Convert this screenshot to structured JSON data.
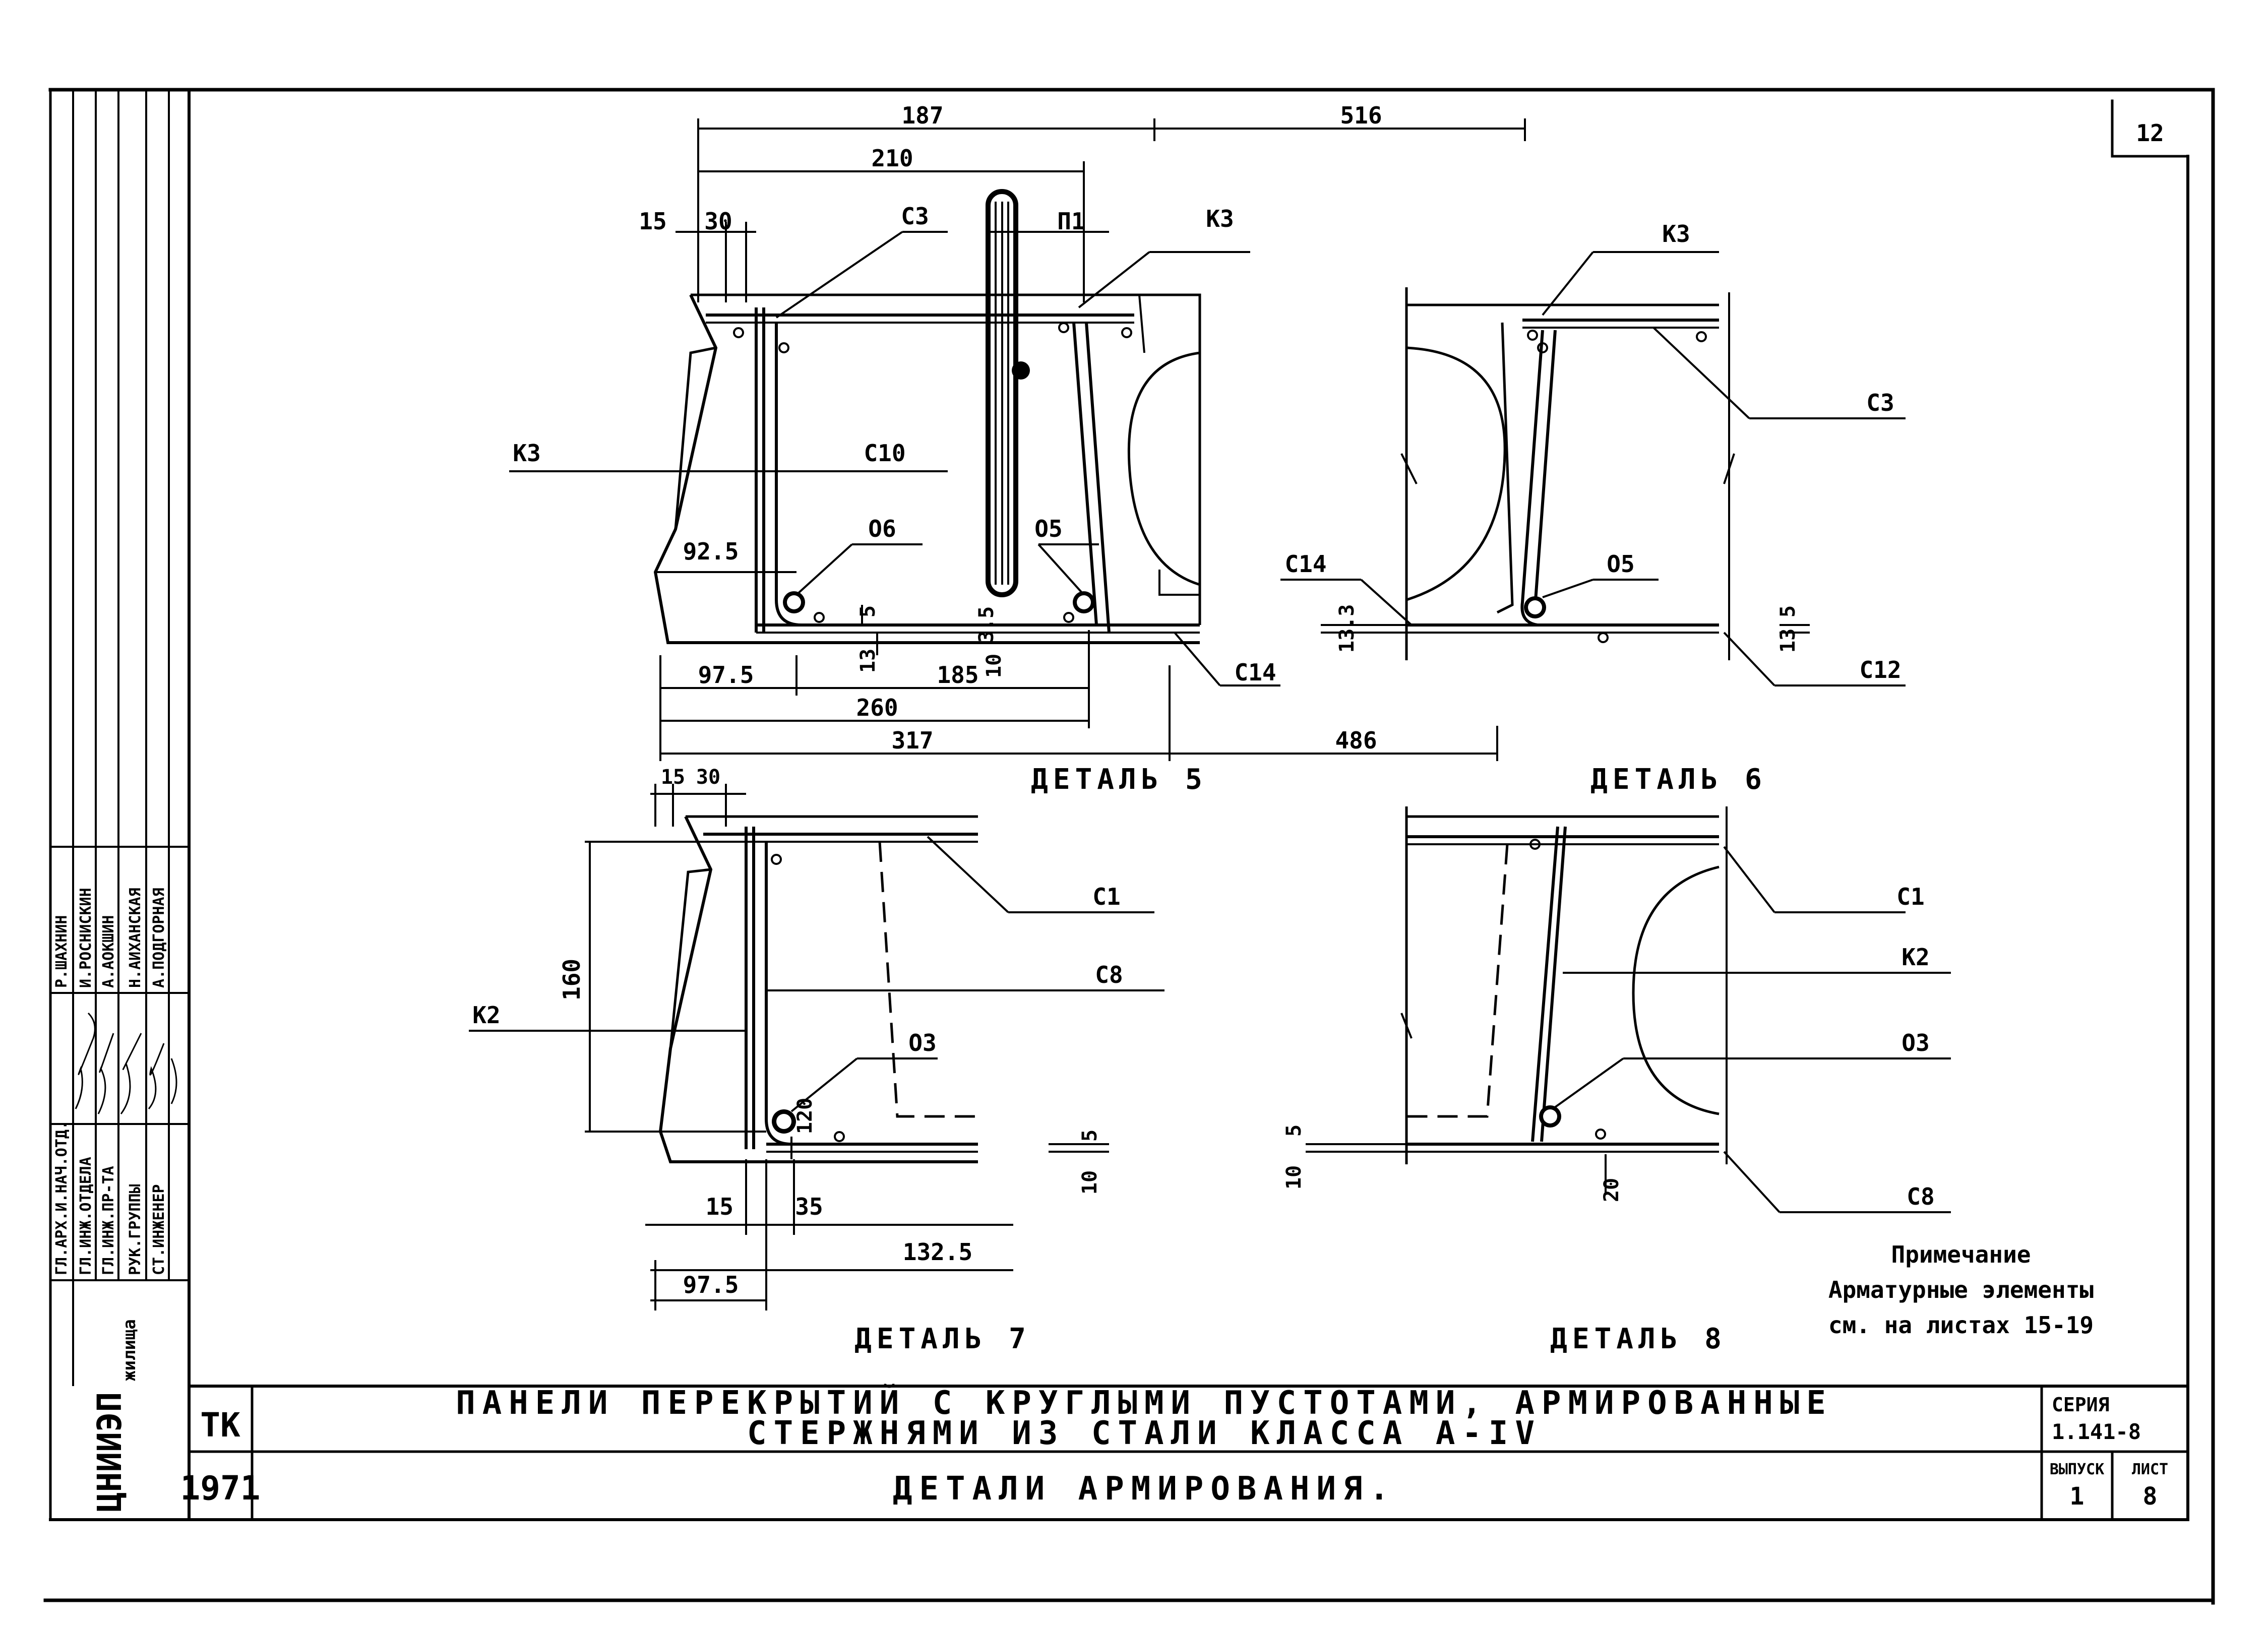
{
  "sheet_number": "12",
  "stamp": {
    "org": "ЦНИИЭП",
    "org_sub": "жилища",
    "roles": [
      "ГЛ.ИНЖ.ОТДЕЛА",
      "ГЛ.ИНЖ.ПР-ТА",
      "РУК.ГРУППЫ",
      "СТ.ИНЖЕНЕР"
    ],
    "role_top": "ГЛ.АРХ.И.НАЧ.ОТД.",
    "names": [
      "Р.ШАХНИН",
      "И.РОСНИСКИН",
      "А.АОКШИН",
      "Н.АИХАНСКАЯ",
      "А.ПОДГОРНАЯ"
    ]
  },
  "title_block": {
    "code": "ТК",
    "year": "1971",
    "title_line1": "ПАНЕЛИ ПЕРЕКРЫТИЙ С КРУГЛЫМИ ПУСТОТАМИ, АРМИРОВАННЫЕ",
    "title_line2": "СТЕРЖНЯМИ ИЗ СТАЛИ КЛАССА А-IV",
    "subtitle": "ДЕТАЛИ АРМИРОВАНИЯ.",
    "series_label": "СЕРИЯ",
    "series_value": "1.141-8",
    "issue_label": "ВЫПУСК",
    "issue_value": "1",
    "sheet_label": "ЛИСТ",
    "sheet_value": "8"
  },
  "note": {
    "heading": "Примечание",
    "line1": "Арматурные элементы",
    "line2": "см. на листах 15-19"
  },
  "detail5": {
    "caption": "ДЕТАЛЬ 5",
    "labels": [
      "С3",
      "П1",
      "К3",
      "К3",
      "С10",
      "О6",
      "О5",
      "С14"
    ],
    "dims": [
      "187",
      "516",
      "210",
      "15",
      "30",
      "92.5",
      "5",
      "13",
      "3.5",
      "10",
      "97.5",
      "185",
      "260",
      "317",
      "486"
    ]
  },
  "detail6": {
    "caption": "ДЕТАЛЬ 6",
    "labels": [
      "К3",
      "С3",
      "С14",
      "О5",
      "С12"
    ],
    "dims": [
      "13.3",
      "5",
      "13"
    ]
  },
  "detail7": {
    "caption": "ДЕТАЛЬ 7",
    "labels": [
      "С1",
      "С8",
      "К2",
      "О3"
    ],
    "dims": [
      "15",
      "30",
      "160",
      "120",
      "10",
      "5",
      "15",
      "35",
      "132.5",
      "97.5"
    ]
  },
  "detail8": {
    "caption": "ДЕТАЛЬ 8",
    "labels": [
      "С1",
      "К2",
      "О3",
      "С8"
    ],
    "dims": [
      "5",
      "10",
      "20"
    ]
  }
}
